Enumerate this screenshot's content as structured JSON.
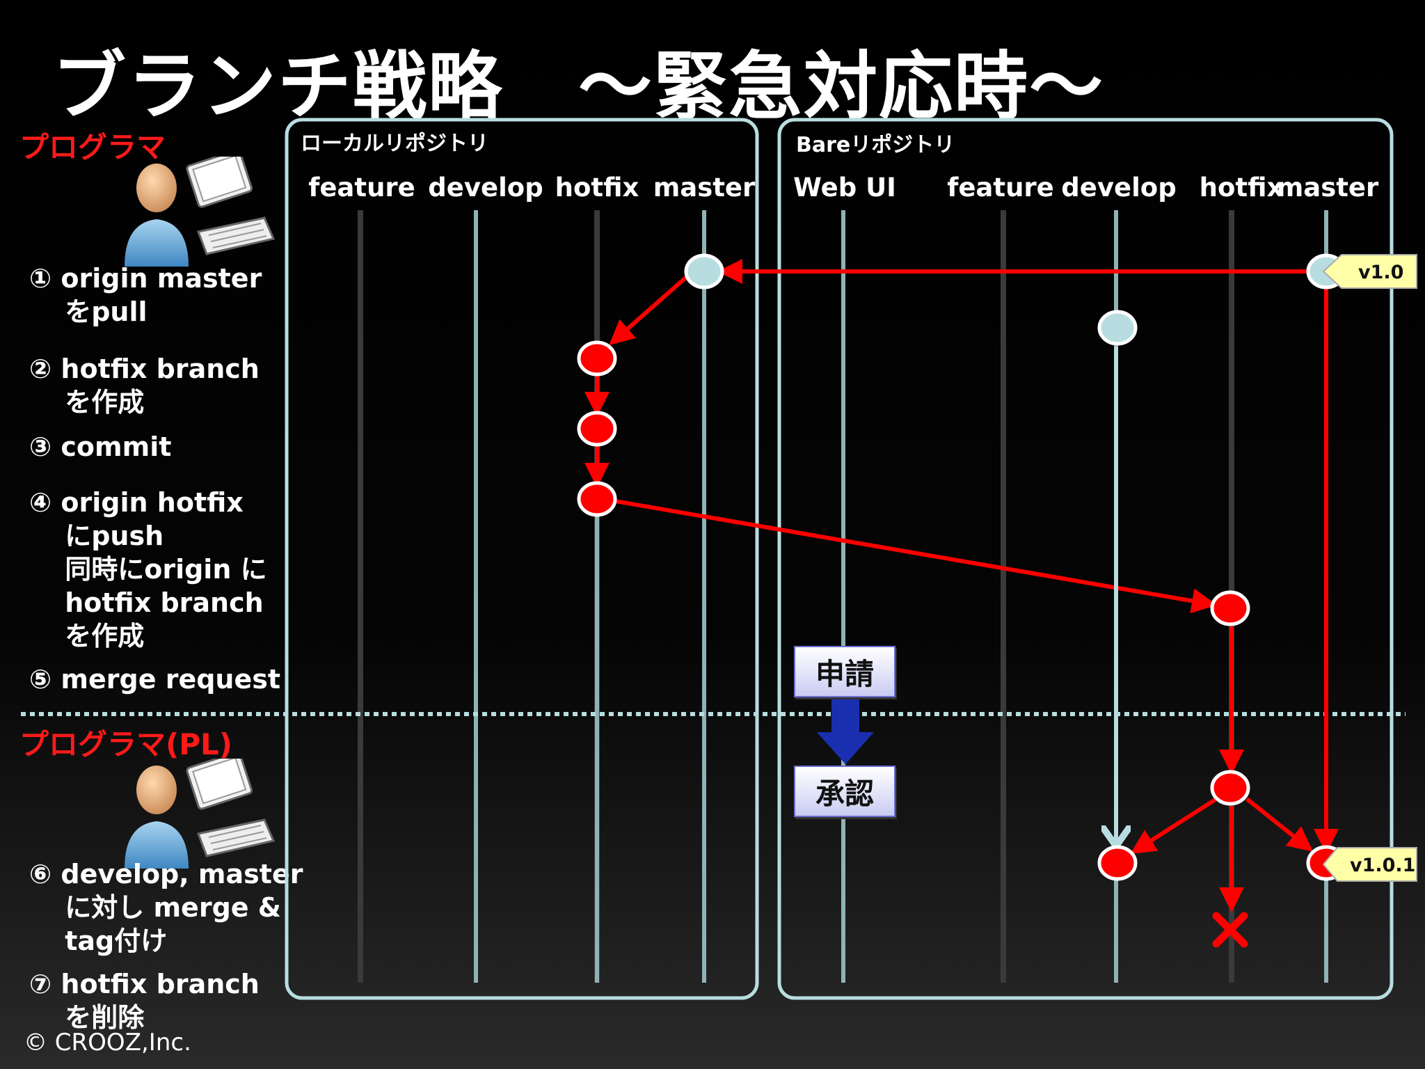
{
  "title": "ブランチ戦略　～緊急対応時～",
  "roles": {
    "programmer": "プログラマ",
    "programmer_pl": "プログラマ(PL)"
  },
  "steps": [
    "① origin master\n　 をpull",
    "② hotfix branch\n　 を作成",
    "③ commit",
    "④ origin hotfix\n　 にpush\n　 同時にorigin に\n　 hotfix branch\n　 を作成",
    "⑤ merge request",
    "⑥ develop, master\n　 に対し merge &\n　 tag付け",
    "⑦ hotfix branch\n　 を削除"
  ],
  "local_repo": {
    "title": "ローカルリポジトリ",
    "columns": [
      "feature",
      "develop",
      "hotfix",
      "master"
    ]
  },
  "bare_repo": {
    "title": "Bareリポジトリ",
    "columns": [
      "Web UI",
      "feature",
      "develop",
      "hotfix",
      "master"
    ]
  },
  "boxes": {
    "request": "申請",
    "approve": "承認"
  },
  "tags": {
    "initial": "v1.0",
    "release": "v1.0.1"
  },
  "footer": "© CROOZ,Inc.",
  "colors": {
    "accent_red": "#ff0000",
    "commit_light": "#b8dde0",
    "lane": "#8fb3b5",
    "tag_fill": "#ffffa8",
    "approval_arrow": "#1a2fb0"
  }
}
